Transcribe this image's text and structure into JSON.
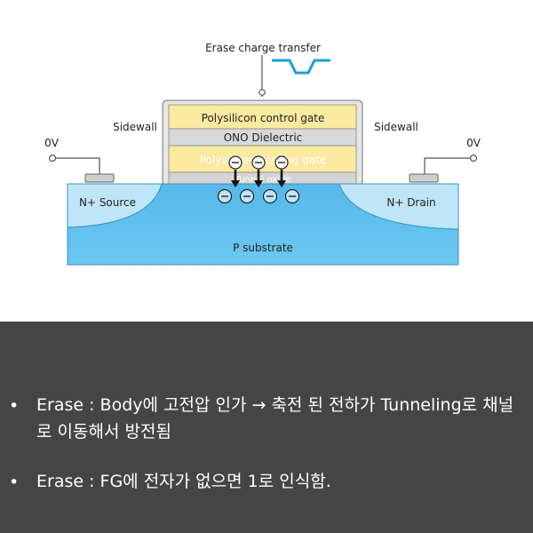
{
  "diagram": {
    "erase_charge_transfer": "Erase charge transfer",
    "sidewall_left": "Sidewall",
    "sidewall_right": "Sidewall",
    "voltage_left": "0V",
    "voltage_right": "0V",
    "control_gate": "Polysilicon control gate",
    "ono": "ONO Dielectric",
    "floating_gate": "Polysilicon floating gate",
    "tunnel_oxide": "Tunnel oxide",
    "source": "N+ Source",
    "drain": "N+ Drain",
    "substrate": "P substrate",
    "electron_symbol": "⊖",
    "colors": {
      "gate_yellow": "#fbeaa0",
      "ono_gray": "#d9d9d9",
      "substrate_blue": "#5fc0ec",
      "source_drain_blue": "#bfe6f7"
    }
  },
  "notes": {
    "bullet_symbol": "•",
    "items": [
      {
        "text": "Erase : Body에 고전압 인가 → 축전 된 전하가 Tunneling로 채널로 이동해서 방전됨"
      },
      {
        "text": "Erase : FG에 전자가 없으면 1로 인식함."
      }
    ]
  }
}
